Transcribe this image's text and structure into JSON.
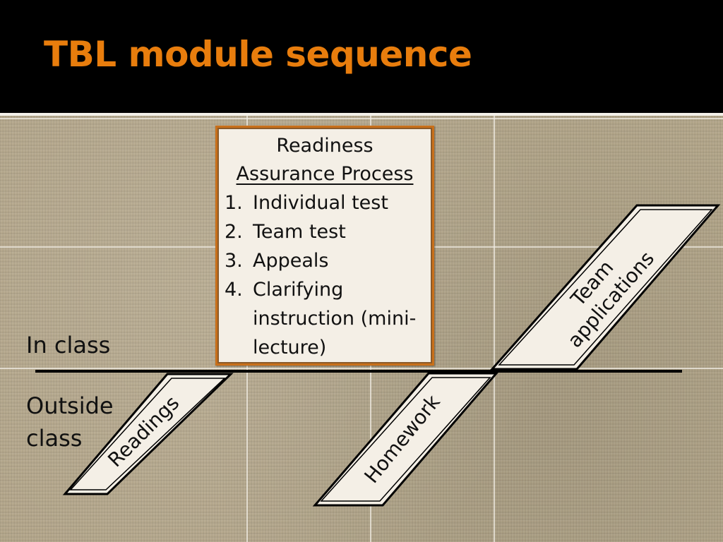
{
  "slide": {
    "title": "TBL module sequence"
  },
  "labels": {
    "in_class": "In class",
    "outside_class_line1": "Outside",
    "outside_class_line2": "class"
  },
  "rap_box": {
    "title_line1": "Readiness",
    "title_line2": "Assurance Process",
    "items": [
      {
        "num": "1.",
        "text": "Individual test"
      },
      {
        "num": "2.",
        "text": "Team test"
      },
      {
        "num": "3.",
        "text": "Appeals"
      },
      {
        "num": "4.",
        "text": "Clarifying instruction (mini-lecture)"
      }
    ]
  },
  "shapes": {
    "readings": "Readings",
    "homework": "Homework",
    "team_applications_line1": "Team",
    "team_applications_line2": "applications"
  },
  "colors": {
    "title": "#e87d0d",
    "box_border": "#c9701a",
    "shape_fill": "#f4efe6",
    "background": "#b3a68a"
  }
}
